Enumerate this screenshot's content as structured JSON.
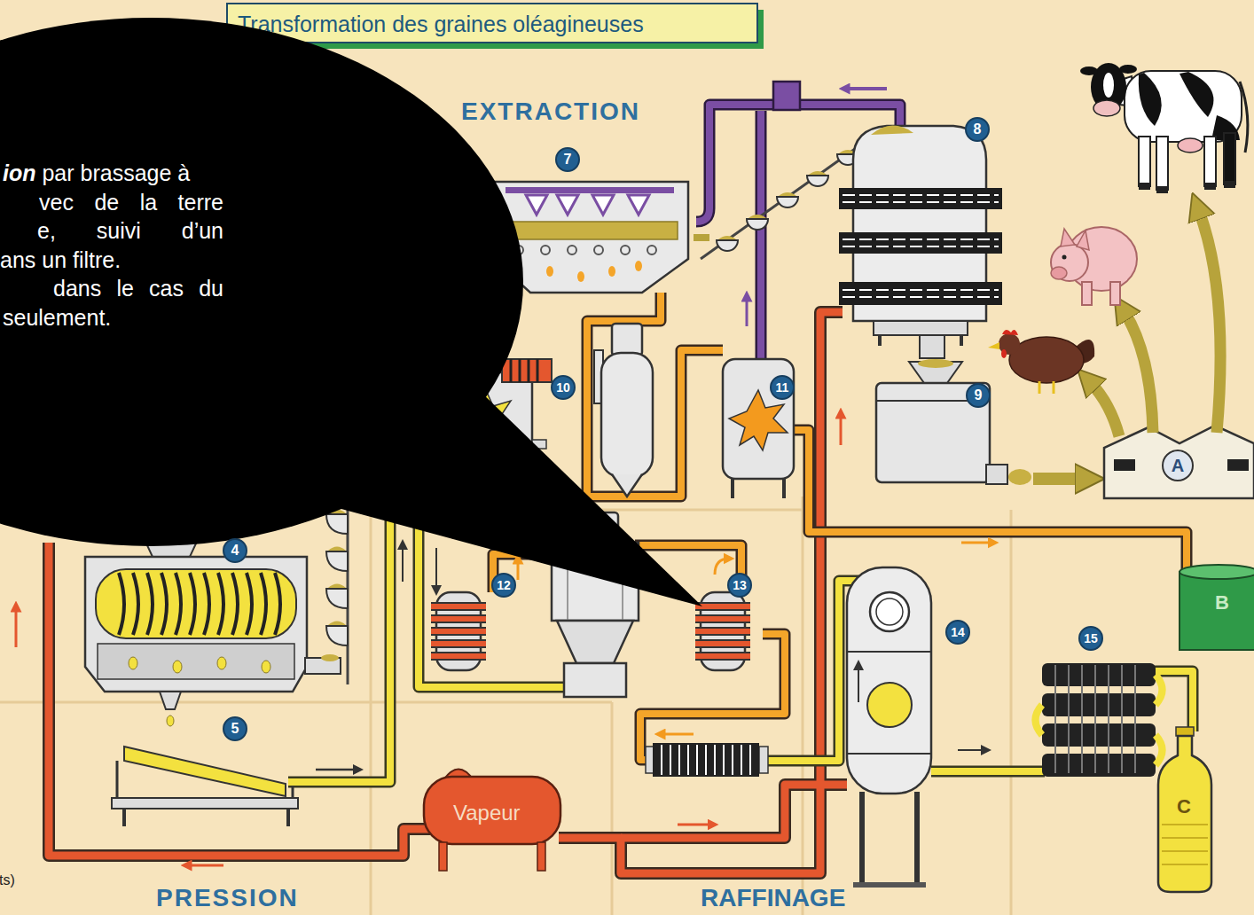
{
  "diagram": {
    "title": "Transformation des graines oléagineuses",
    "nodes": [
      {
        "text": [
          "ion par brassage à vec de la terre e, suivi d’un ans un filtre.",
          "dans le cas du seulement."
        ]
      },
      {
        "text": [
          "4"
        ]
      },
      {
        "text": [
          "5"
        ]
      },
      {
        "text": [
          "7"
        ]
      },
      {
        "text": [
          "8"
        ]
      },
      {
        "text": [
          "9"
        ]
      },
      {
        "text": [
          "10"
        ]
      },
      {
        "text": [
          "11"
        ]
      },
      {
        "text": [
          "12"
        ]
      },
      {
        "text": [
          "13"
        ]
      },
      {
        "text": [
          "14"
        ]
      },
      {
        "text": [
          "15"
        ]
      }
    ],
    "labels": [
      "EXTRACTION",
      "A",
      "B",
      "C",
      "Vapeur",
      "ts)",
      "PRESSION",
      "RAFFINAGE"
    ]
  }
}
